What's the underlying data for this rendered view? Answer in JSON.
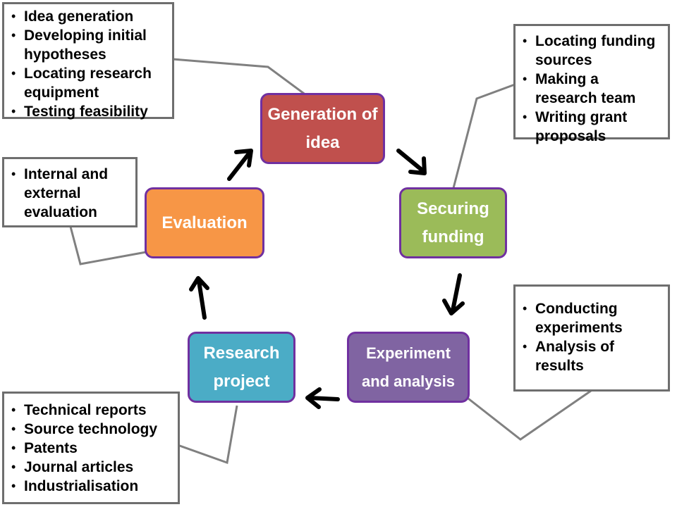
{
  "stages": {
    "generation": {
      "label": "Generation of idea",
      "color": "#c0504d"
    },
    "funding": {
      "label": "Securing funding",
      "color": "#9bbb59"
    },
    "experiment": {
      "label": "Experiment and analysis",
      "color": "#8064a2"
    },
    "research": {
      "label": "Research project",
      "color": "#4bacc6"
    },
    "evaluation": {
      "label": "Evaluation",
      "color": "#f79646"
    }
  },
  "notes": {
    "generation": [
      "Idea generation",
      "Developing initial hypotheses",
      "Locating research equipment",
      "Testing feasibility"
    ],
    "funding": [
      "Locating funding sources",
      "Making a research team",
      "Writing grant proposals"
    ],
    "experiment": [
      "Conducting experiments",
      "Analysis of results"
    ],
    "research": [
      "Technical reports",
      "Source technology",
      "Patents",
      "Journal articles",
      "Industrialisation"
    ],
    "evaluation": [
      "Internal and external evaluation"
    ]
  },
  "colors": {
    "border": "#7030a0",
    "connector": "#808080",
    "note_border": "#6e6e6e",
    "arrow": "#000000"
  }
}
